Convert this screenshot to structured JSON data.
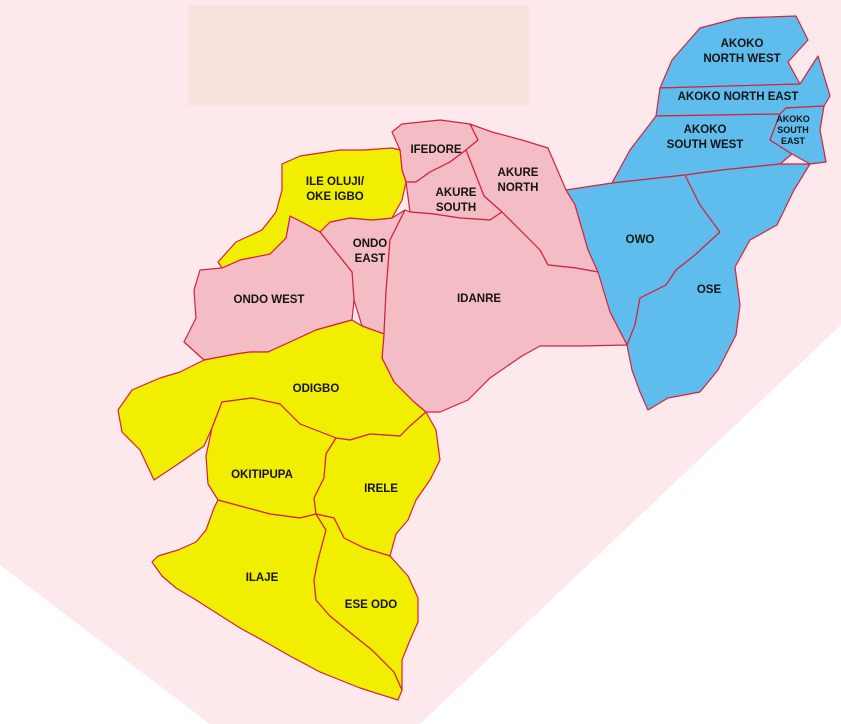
{
  "colors": {
    "background": "#ffffff",
    "backdrop": "#fde8ec",
    "title_box": "#fbe3dd",
    "border": "#d2233f",
    "yellow": "#f2ee00",
    "pink": "#f4bcc4",
    "blue": "#5fbdee",
    "label": "#141414"
  },
  "regions": [
    {
      "id": "akoko-north-west",
      "fill": "blue",
      "label": [
        "AKOKO",
        "NORTH WEST"
      ]
    },
    {
      "id": "akoko-north-east",
      "fill": "blue",
      "label": [
        "AKOKO NORTH EAST"
      ]
    },
    {
      "id": "akoko-south-west",
      "fill": "blue",
      "label": [
        "AKOKO",
        "SOUTH WEST"
      ]
    },
    {
      "id": "akoko-south-east",
      "fill": "blue",
      "label": [
        "AKOKO",
        "SOUTH",
        "EAST"
      ]
    },
    {
      "id": "owo",
      "fill": "blue",
      "label": [
        "OWO"
      ]
    },
    {
      "id": "ose",
      "fill": "blue",
      "label": [
        "OSE"
      ]
    },
    {
      "id": "ifedore",
      "fill": "pink",
      "label": [
        "IFEDORE"
      ]
    },
    {
      "id": "akure-north",
      "fill": "pink",
      "label": [
        "AKURE",
        "NORTH"
      ]
    },
    {
      "id": "akure-south",
      "fill": "pink",
      "label": [
        "AKURE",
        "SOUTH"
      ]
    },
    {
      "id": "ondo-east",
      "fill": "pink",
      "label": [
        "ONDO",
        "EAST"
      ]
    },
    {
      "id": "ondo-west",
      "fill": "pink",
      "label": [
        "ONDO WEST"
      ]
    },
    {
      "id": "idanre",
      "fill": "pink",
      "label": [
        "IDANRE"
      ]
    },
    {
      "id": "ile-oluji-oke-igbo",
      "fill": "yellow",
      "label": [
        "ILE OLUJI/",
        "OKE IGBO"
      ]
    },
    {
      "id": "odigbo",
      "fill": "yellow",
      "label": [
        "ODIGBO"
      ]
    },
    {
      "id": "okitipupa",
      "fill": "yellow",
      "label": [
        "OKITIPUPA"
      ]
    },
    {
      "id": "irele",
      "fill": "yellow",
      "label": [
        "IRELE"
      ]
    },
    {
      "id": "ilaje",
      "fill": "yellow",
      "label": [
        "ILAJE"
      ]
    },
    {
      "id": "ese-odo",
      "fill": "yellow",
      "label": [
        "ESE ODO"
      ]
    }
  ]
}
